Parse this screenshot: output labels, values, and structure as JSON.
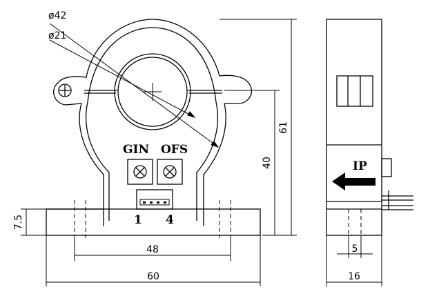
{
  "labels": {
    "outer_diameter": "ø42",
    "inner_diameter": "ø21",
    "gain": "GIN",
    "offset": "OFS",
    "pin_first": "1",
    "pin_last": "4",
    "current_direction": "IP"
  },
  "dimensions": {
    "overall_height": "61",
    "window_height": "40",
    "base_height": "7.5",
    "mount_hole_spacing": "48",
    "base_width": "60",
    "pin_width": "5",
    "body_thickness": "16"
  }
}
